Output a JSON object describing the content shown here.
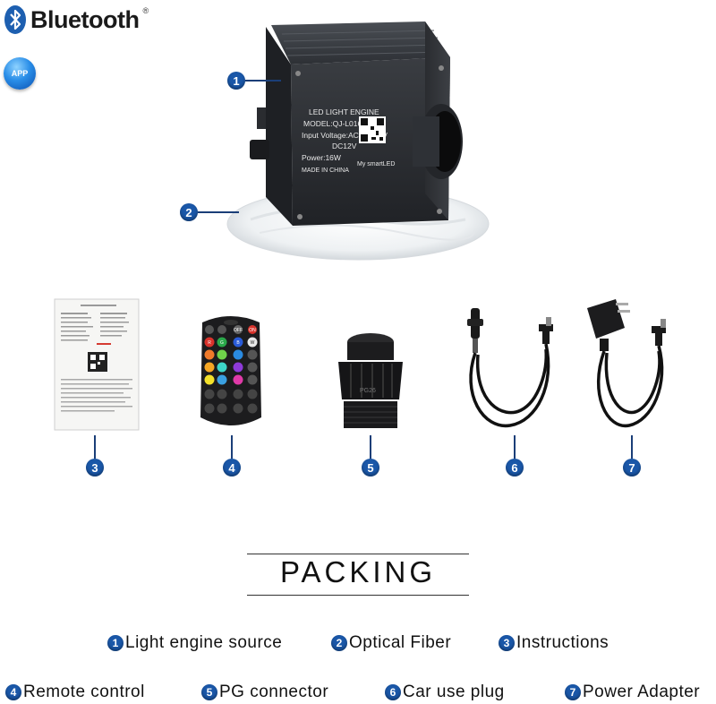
{
  "brand": {
    "name": "Bluetooth",
    "reg_mark": "®",
    "app_badge": "APP"
  },
  "engine_label": {
    "title": "LED LIGHT ENGINE",
    "model": "MODEL:QJ-L016",
    "input_voltage": "Input Voltage:AC85-265V",
    "dc": "DC12V",
    "power": "Power:16W",
    "made_in": "MADE IN CHINA",
    "qr_caption": "My smartLED"
  },
  "callouts": [
    "1",
    "2",
    "3",
    "4",
    "5",
    "6",
    "7"
  ],
  "connector_marking": "PG26",
  "section_title": "PACKING",
  "legend": [
    {
      "num": "1",
      "label": "Light engine source"
    },
    {
      "num": "2",
      "label": "Optical Fiber"
    },
    {
      "num": "3",
      "label": "Instructions"
    },
    {
      "num": "4",
      "label": "Remote control"
    },
    {
      "num": "5",
      "label": "PG connector"
    },
    {
      "num": "6",
      "label": "Car use plug"
    },
    {
      "num": "7",
      "label": "Power Adapter"
    }
  ],
  "remote_buttons": [
    "ON",
    "OFF",
    "ON",
    "R",
    "G",
    "B",
    "W"
  ],
  "colors": {
    "callout": "#1a57a8",
    "engine_body": "#2b2e33",
    "accent_red": "#d8322b"
  },
  "icons": [
    "bluetooth-icon",
    "app-icon"
  ]
}
